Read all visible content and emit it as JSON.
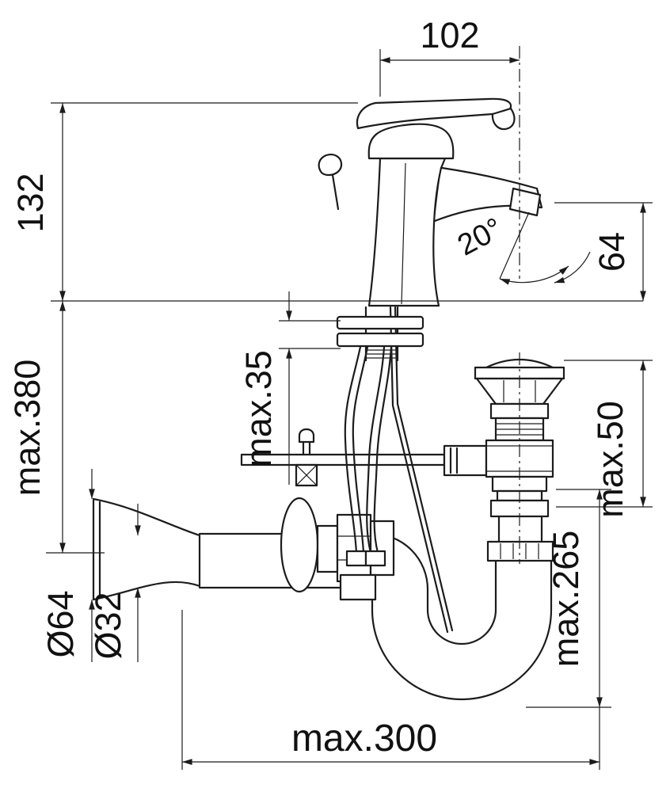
{
  "canvas": {
    "background": "#ffffff",
    "line_color": "#1c1c1c"
  },
  "drawing": {
    "dimensions": {
      "spout_reach": "102",
      "faucet_height": "132",
      "stream_angle": "20°",
      "spout_height_above_deck": "64",
      "supply_hose_length": "max.380",
      "deck_thickness": "max.35",
      "waste_mounting_depth": "max.50",
      "trap_vertical_clearance": "max.265",
      "escutcheon_diameter": "Ø64",
      "waste_pipe_diameter": "Ø32",
      "wall_to_trap_distance": "max.300"
    }
  }
}
